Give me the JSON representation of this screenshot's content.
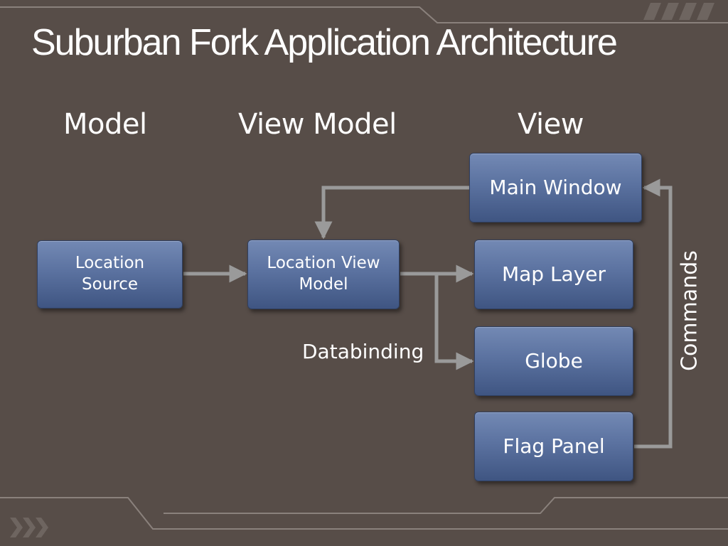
{
  "title": "Suburban Fork Application Architecture",
  "columns": {
    "model": "Model",
    "view_model": "View Model",
    "view": "View"
  },
  "nodes": {
    "location_source": "Location\nSource",
    "location_view_model": "Location View\nModel",
    "main_window": "Main Window",
    "map_layer": "Map Layer",
    "globe": "Globe",
    "flag_panel": "Flag Panel"
  },
  "edges": {
    "databinding": "Databinding",
    "commands": "Commands"
  },
  "colors": {
    "background": "#574d48",
    "box_fill": "#5b72a0",
    "connector": "#9a9a9a"
  }
}
